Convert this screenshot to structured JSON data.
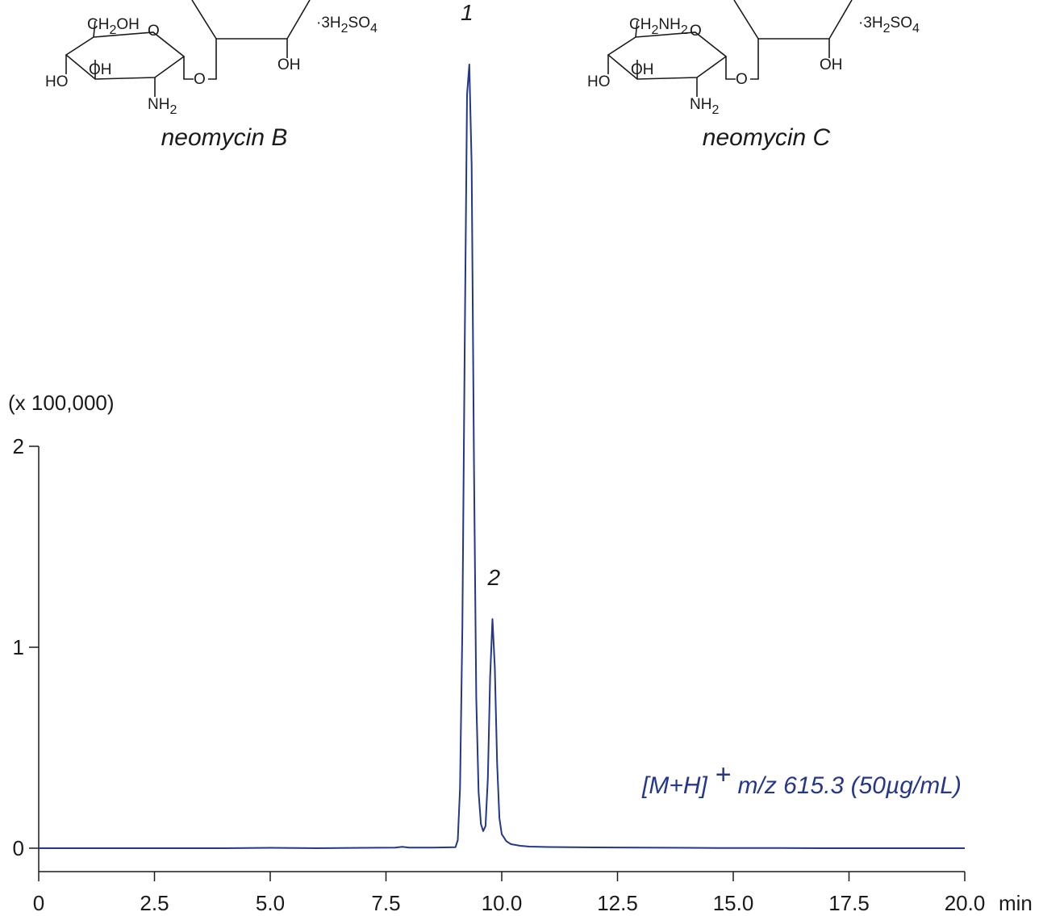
{
  "chart_data": {
    "type": "line",
    "x_unit": "min",
    "y_multiplier_label": "(x 100,000)",
    "xlim": [
      0,
      20.0
    ],
    "ylim": [
      0,
      2
    ],
    "x_ticks": [
      "0",
      "2.5",
      "5.0",
      "7.5",
      "10.0",
      "12.5",
      "15.0",
      "17.5",
      "20.0"
    ],
    "x_tick_values": [
      0,
      2.5,
      5.0,
      7.5,
      10.0,
      12.5,
      15.0,
      17.5,
      20.0
    ],
    "y_ticks": [
      "0",
      "1",
      "2"
    ],
    "y_tick_values": [
      0,
      1,
      2
    ],
    "series": [
      {
        "color": "#24378a",
        "x": [
          0,
          1,
          2,
          3,
          4,
          5,
          6,
          7,
          7.7,
          7.85,
          8.0,
          8.5,
          9.0,
          9.05,
          9.1,
          9.15,
          9.2,
          9.25,
          9.3,
          9.35,
          9.4,
          9.45,
          9.5,
          9.55,
          9.6,
          9.65,
          9.7,
          9.75,
          9.8,
          9.85,
          9.9,
          9.95,
          10.0,
          10.1,
          10.2,
          10.4,
          10.6,
          11.0,
          12.0,
          13.0,
          14.0,
          15.0,
          16.0,
          17.0,
          18.0,
          19.0,
          20.0
        ],
        "y": [
          0,
          0,
          0,
          0,
          0,
          0.002,
          0,
          0.002,
          0.003,
          0.007,
          0.003,
          0.003,
          0.005,
          0.04,
          0.3,
          1.1,
          2.5,
          3.75,
          3.9,
          3.4,
          1.9,
          0.75,
          0.28,
          0.12,
          0.085,
          0.11,
          0.35,
          0.85,
          1.14,
          0.9,
          0.42,
          0.15,
          0.07,
          0.035,
          0.02,
          0.012,
          0.008,
          0.006,
          0.004,
          0.003,
          0.002,
          0.001,
          0.001,
          0,
          0,
          0,
          0
        ]
      }
    ],
    "peak_labels": [
      {
        "text": "1",
        "x": 9.25,
        "y": 4.12
      },
      {
        "text": "2",
        "x": 9.83,
        "y": 1.31
      }
    ],
    "annotation": {
      "prefix": "[M+H]",
      "superscript": "+",
      "suffix": " m/z 615.3 (50µg/mL)",
      "color": "#24378a"
    },
    "structures": [
      {
        "name": "neomycin B",
        "salt": "·3H2SO4",
        "groups": {
          "ring_o": "O",
          "ch2": "CH2OH",
          "oh_ring": "OH",
          "ho": "HO",
          "nh2": "NH2",
          "link_o": "O",
          "oh_right": "OH"
        }
      },
      {
        "name": "neomycin C",
        "salt": "·3H2SO4",
        "groups": {
          "ring_o": "O",
          "ch2": "CH2NH2",
          "oh_ring": "OH",
          "ho": "HO",
          "nh2": "NH2",
          "link_o": "O",
          "oh_right": "OH"
        }
      }
    ]
  }
}
